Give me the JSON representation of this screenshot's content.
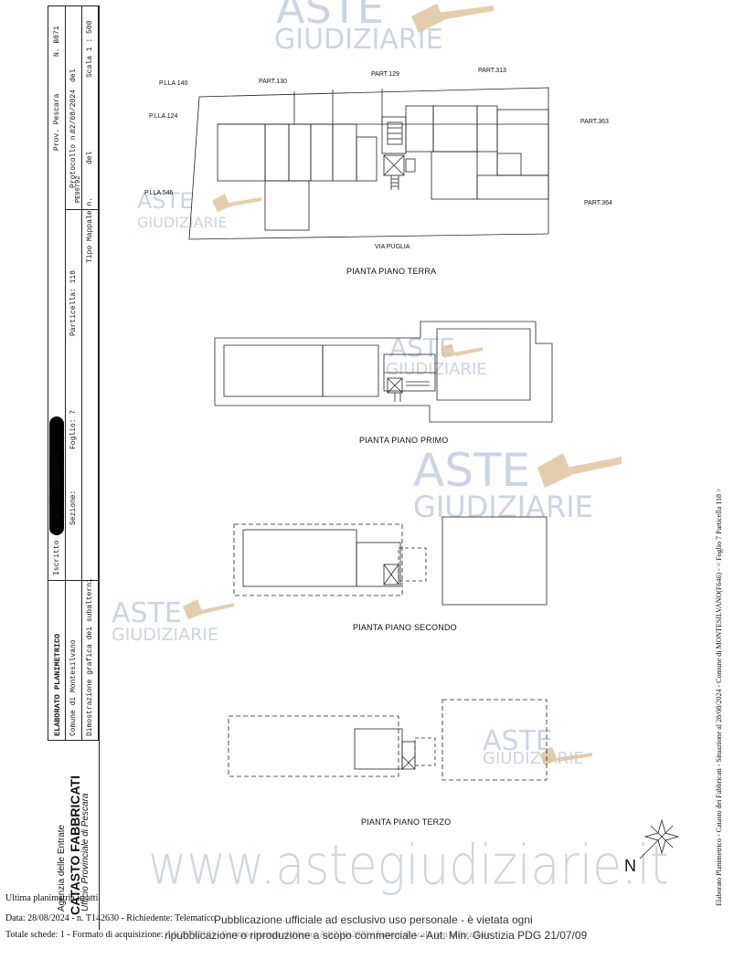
{
  "header": {
    "doc_type": "ELABORATO PLANIMETRICO",
    "comune": "Comune di Montesilvano",
    "sezione": "Sezione:",
    "foglio": "Foglio: 7",
    "particella": "Particella: 118",
    "iscritto": "Iscritto all'albo: Ingegneri",
    "prov": "Prov. Pescara",
    "numero": "N. B071",
    "protocollo": "Protocollo n.",
    "protocollo_num": "PE00792",
    "protocollo_data": "02/08/2024",
    "del1": "del",
    "tipo_mappale": "Tipo Mappale n.",
    "del2": "del",
    "scala": "Scala 1 : 500",
    "dimostrazione": "Dimostrazione grafica dei subalterni"
  },
  "agency": {
    "line1": "Agenzia delle Entrate",
    "line2": "CATASTO FABBRICATI",
    "line3": "Ufficio Provinciale di Pescara"
  },
  "plans": {
    "terra": "PIANTA PIANO TERRA",
    "primo": "PIANTA PIANO PRIMO",
    "secondo": "PIANTA PIANO SECONDO",
    "terzo": "PIANTA PIANO TERZO"
  },
  "parcels": {
    "plla140": "P.LLA 140",
    "plla124": "P.LLA 124",
    "plla546": "P.LLA 546",
    "part130": "PART.130",
    "part129": "PART.129",
    "part313": "PART.313",
    "part363": "PART.363",
    "part364": "PART.364",
    "via": "VIA PUGLIA"
  },
  "north": "N",
  "watermark": {
    "aste": "ASTE",
    "giudiziarie": "GIUDIZIARIE",
    "url": "www.astegiudiziarie.it"
  },
  "side_text": "Elaborato Planimetrico - Catasto dei Fabbricati - Situazione al 28/08/2024 - Comune di MONTESILVANO(F646) - < Foglio 7 Particella 118 >",
  "footer": {
    "ultima": "Ultima planimetria in atti",
    "data": "Data: 28/08/2024 - n. T142630 - Richiedente: Telematico",
    "totale": "Totale schede: 1 - Formato di acquisizione: A4(297x210) - Formato stampa richiesto: A4(210x297) - Fattore di scala non utilizzabile",
    "pub1": "Pubblicazione ufficiale ad esclusivo uso personale - è vietata ogni",
    "pub2": "ripubblicazione o riproduzione a scopo commerciale - Aut. Min. Giustizia PDG 21/07/09"
  },
  "colors": {
    "ink": "#222222",
    "watermark": "#c9d4e6",
    "gavel": "#d9b98a"
  }
}
